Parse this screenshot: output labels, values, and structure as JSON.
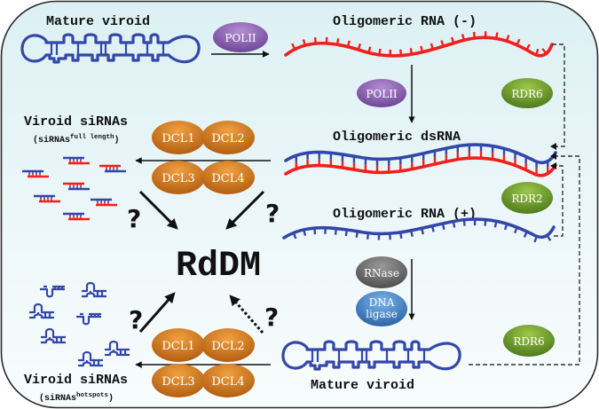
{
  "colors": {
    "frame_stroke": "#2a2a2a",
    "bg_top": "#dceff2",
    "bg_bottom": "#f6fbfc",
    "viroid_blue": "#3347a8",
    "rna_red": "#f0201c",
    "polii_purple": "#8a5fb0",
    "rdr_green": "#6f9a2c",
    "dcl_orange": "#d8791e",
    "rnase_gray": "#6d6d6d",
    "ligase_blue": "#3f82c8"
  },
  "labels": {
    "mature_viroid_top": "Mature viroid",
    "oligomeric_rna_minus": "Oligomeric RNA (-)",
    "oligomeric_dsrna": "Oligomeric dsRNA",
    "oligomeric_rna_plus": "Oligomeric RNA (+)",
    "mature_viroid_bottom": "Mature viroid",
    "viroid_sirnas_top": "Viroid siRNAs",
    "viroid_sirnas_top_sub_base": "(siRNAs",
    "viroid_sirnas_top_sub_sup": "full length",
    "viroid_sirnas_top_sub_close": ")",
    "viroid_sirnas_bottom": "Viroid siRNAs",
    "viroid_sirnas_bottom_sub_base": "(siRNAs",
    "viroid_sirnas_bottom_sub_sup": "hotspots",
    "viroid_sirnas_bottom_sub_close": ")",
    "rddm": "RdDM",
    "question_mark": "?"
  },
  "enzymes": {
    "polii_top": "POLII",
    "polii_mid": "POLII",
    "rdr6_top": "RDR6",
    "rdr2": "RDR2",
    "rdr6_bottom": "RDR6",
    "dcl_top": [
      "DCL1",
      "DCL2",
      "DCL3",
      "DCL4"
    ],
    "dcl_bottom": [
      "DCL1",
      "DCL2",
      "DCL3",
      "DCL4"
    ],
    "rnase": "RNase",
    "dna_ligase_line1": "DNA",
    "dna_ligase_line2": "ligase"
  }
}
